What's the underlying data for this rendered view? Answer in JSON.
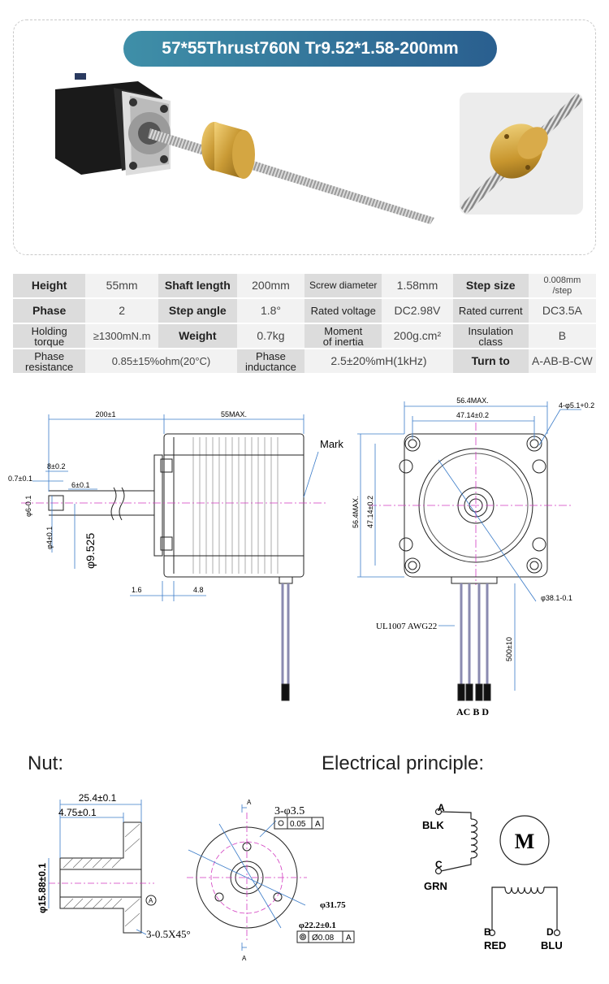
{
  "title": "57*55Thrust760N Tr9.52*1.58-200mm",
  "specs": [
    [
      [
        "Height",
        "55mm"
      ],
      [
        "Shaft length",
        "200mm"
      ],
      [
        "Screw diameter",
        "1.58mm"
      ],
      [
        "Step size",
        "0.008mm\n/step"
      ]
    ],
    [
      [
        "Phase",
        "2"
      ],
      [
        "Step angle",
        "1.8°"
      ],
      [
        "Rated voltage",
        "DC2.98V"
      ],
      [
        "Rated current",
        "DC3.5A"
      ]
    ],
    [
      [
        "Holding\ntorque",
        "≥1300mN.m"
      ],
      [
        "Weight",
        "0.7kg"
      ],
      [
        "Moment\nof inertia",
        "200g.cm²"
      ],
      [
        "Insulation\nclass",
        "B"
      ]
    ],
    [
      [
        "Phase\nresistance",
        "0.85±15%ohm(20°C)"
      ],
      [
        "Phase\ninductance",
        "2.5±20%mH(1kHz)"
      ],
      [
        "Turn to",
        "A-AB-B-CW"
      ]
    ]
  ],
  "side_view": {
    "dim_shaft": "200±1",
    "dim_body": "55MAX.",
    "mark": "Mark",
    "dim_8": "8±0.2",
    "dim_07": "0.7±0.1",
    "dim_6": "6±0.1",
    "dim_phi6": "φ6-0.1",
    "dim_phi4": "φ4±0.1",
    "dim_phi9525": "φ9.525",
    "dim_16": "1.6",
    "dim_48": "4.8"
  },
  "front_view": {
    "dim_564": "56.4MAX.",
    "dim_4714": "47.14±0.2",
    "dim_holes": "4-φ5.1+0.2",
    "dim_564v": "56.4MAX.",
    "dim_4714v": "47.14±0.2",
    "dim_381": "φ38.1-0.1",
    "wire": "UL1007 AWG22",
    "dim_500": "500±10",
    "wire_labels": "AC B D"
  },
  "nut_section": {
    "heading": "Nut:",
    "dim_254": "25.4±0.1",
    "dim_475": "4.75±0.1",
    "dim_1588": "φ15.88±0.1",
    "chamfer": "3-0.5X45°",
    "holes": "3-φ3.5",
    "tol1": "0.05",
    "ref1": "A",
    "dim_3175": "φ31.75",
    "dim_222": "φ22.2±0.1",
    "tol2": "Ø0.08",
    "ref2": "A",
    "label_a": "A",
    "datum": "A"
  },
  "electrical": {
    "heading": "Electrical principle:",
    "a": "A",
    "blk": "BLK",
    "c": "C",
    "grn": "GRN",
    "b": "B",
    "red": "RED",
    "d": "D",
    "blu": "BLU",
    "m": "M"
  }
}
